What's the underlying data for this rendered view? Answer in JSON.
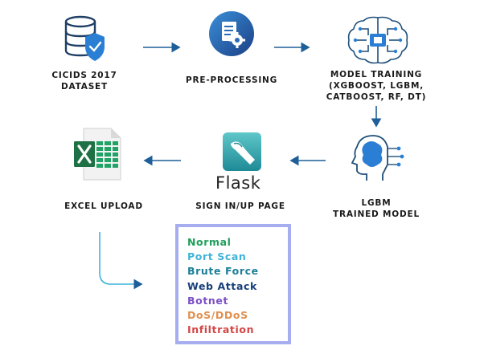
{
  "nodes": {
    "dataset": {
      "line1": "CICIDS 2017",
      "line2": "DATASET",
      "icon": "database-shield-icon"
    },
    "preprocessing": {
      "label": "PRE-PROCESSING",
      "icon": "document-gear-icon"
    },
    "training": {
      "line1": "MODEL TRAINING",
      "line2": "(XGBOOST, LGBM,",
      "line3": "CATBOOST, RF, DT)",
      "icon": "brain-circuit-icon"
    },
    "trained_model": {
      "line1": "LGBM",
      "line2": "TRAINED MODEL",
      "icon": "head-gear-icon"
    },
    "flask": {
      "wordmark": "Flask",
      "label": "SIGN IN/UP PAGE",
      "icon": "flask-logo-icon"
    },
    "excel": {
      "label": "EXCEL UPLOAD",
      "icon": "excel-file-icon"
    }
  },
  "classes": [
    {
      "name": "Normal",
      "color": "#1f9e5a"
    },
    {
      "name": "Port Scan",
      "color": "#3fb3d9"
    },
    {
      "name": "Brute Force",
      "color": "#1b7f99"
    },
    {
      "name": "Web Attack",
      "color": "#173f7a"
    },
    {
      "name": "Botnet",
      "color": "#7b4fc6"
    },
    {
      "name": "DoS/DDoS",
      "color": "#e08f4e"
    },
    {
      "name": "Infiltration",
      "color": "#d64545"
    }
  ],
  "colors": {
    "arrow": "#1f5f99",
    "box_border": "#a6aef0",
    "connector": "#3fb3d9"
  }
}
